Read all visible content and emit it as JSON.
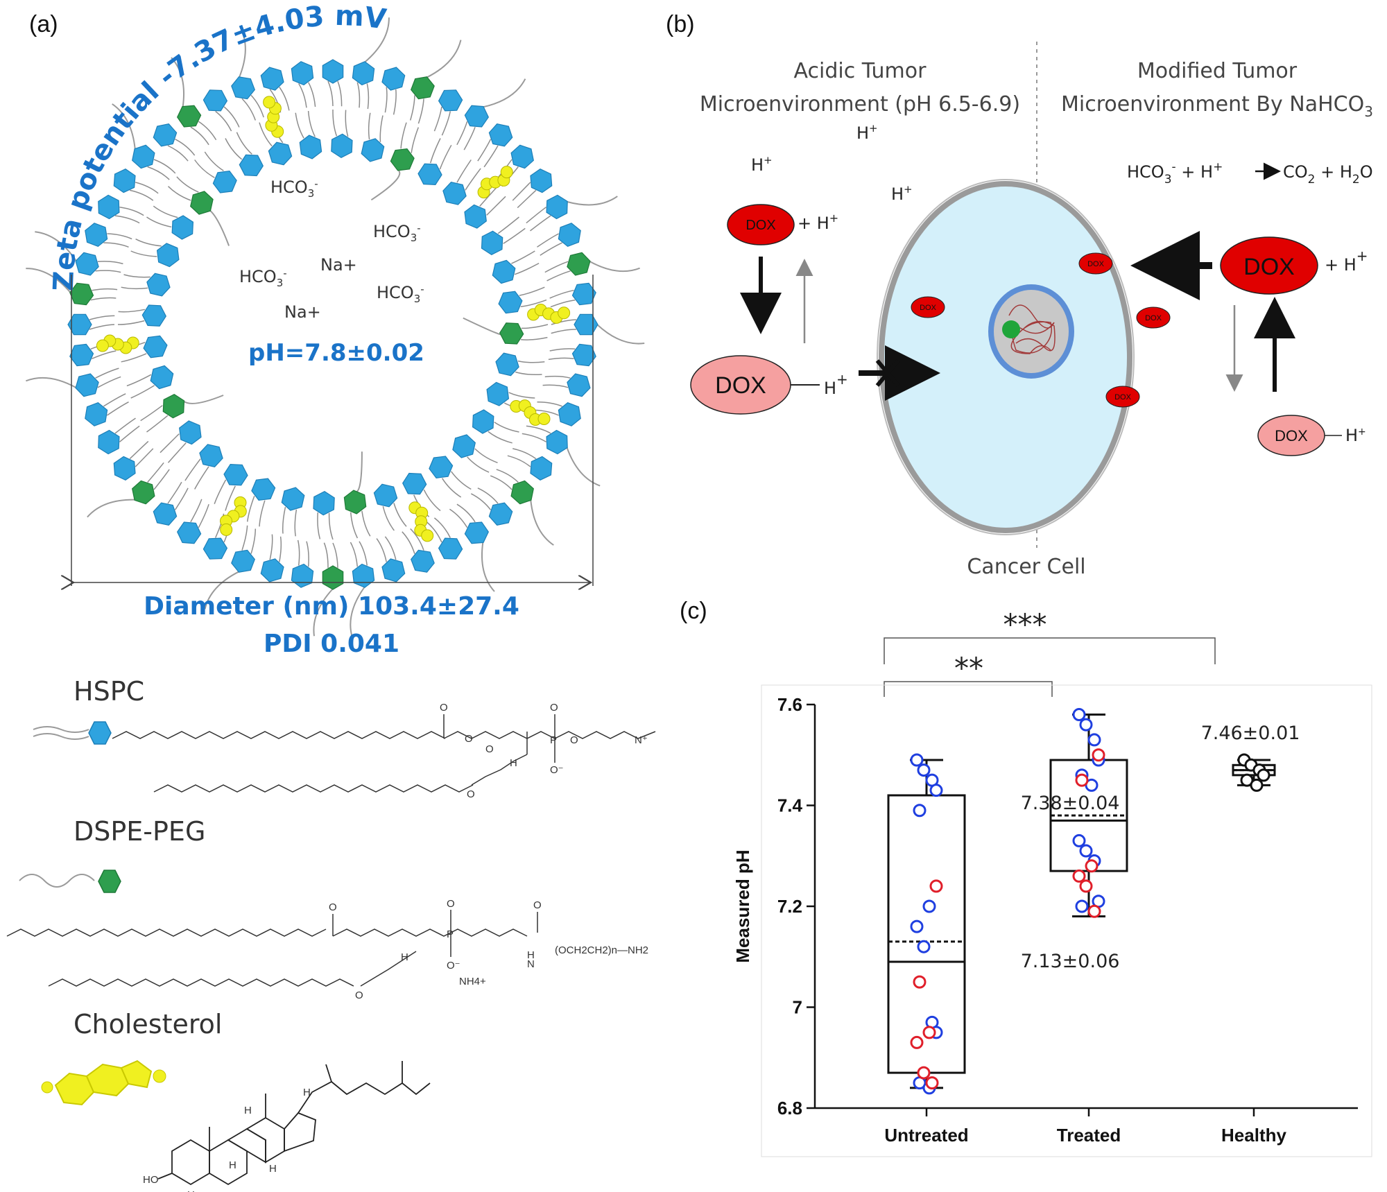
{
  "panel_a": {
    "label": "(a)",
    "zeta": "Zeta potential -7.37±4.03 mV",
    "ph": "pH=7.8±0.02",
    "ions": [
      "HCO3-",
      "HCO3-",
      "HCO3-",
      "HCO3-",
      "Na+",
      "Na+"
    ],
    "diameter": "Diameter (nm) 103.4±27.4",
    "pdi": "PDI 0.041",
    "colors": {
      "hspc": "#2fa3df",
      "dspe_peg": "#2e9e4e",
      "cholesterol": "#f0f020",
      "text": "#1a73c8"
    },
    "molecules": [
      {
        "name": "HSPC"
      },
      {
        "name": "DSPE-PEG",
        "chem_tail": "(OCH2CH2)n—NH2",
        "counterion": "NH4+"
      },
      {
        "name": "Cholesterol",
        "chem_label": "HO"
      }
    ]
  },
  "panel_b": {
    "label": "(b)",
    "left_header_1": "Acidic Tumor",
    "left_header_2": "Microenvironment (pH 6.5-6.9)",
    "right_header_1": "Modified Tumor",
    "right_header_2": "Microenvironment By NaHCO3",
    "reaction": "HCO3- + H+ → CO2 + H2O",
    "h_plus": "H+",
    "dox": "DOX",
    "dox_plus_h": "+ H+",
    "dox_h": "— H+",
    "cell_label": "Cancer Cell",
    "colors": {
      "dox_neutral": "#e00000",
      "dox_protonated": "#f5a0a0",
      "cytoplasm": "#d4f0fa",
      "nucleus_membrane": "#5d8fd6"
    }
  },
  "panel_c": {
    "label": "(c)",
    "sig_1": "***",
    "sig_2": "**",
    "annotations": {
      "untreated": "7.13±0.06",
      "treated": "7.38±0.04",
      "healthy": "7.46±0.01"
    },
    "chart_data": {
      "type": "box",
      "ylabel": "Measured pH",
      "ylim": [
        6.8,
        7.6
      ],
      "yticks": [
        "6.8",
        "7",
        "7.2",
        "7.4",
        "7.6"
      ],
      "categories": [
        "Untreated",
        "Treated",
        "Healthy"
      ],
      "boxes": [
        {
          "name": "Untreated",
          "min": 6.84,
          "q1": 6.87,
          "median": 7.09,
          "mean": 7.13,
          "q3": 7.42,
          "max": 7.49
        },
        {
          "name": "Treated",
          "min": 7.18,
          "q1": 7.27,
          "median": 7.37,
          "mean": 7.38,
          "q3": 7.49,
          "max": 7.58
        },
        {
          "name": "Healthy",
          "min": 7.44,
          "q1": 7.46,
          "median": 7.47,
          "mean": 7.47,
          "q3": 7.48,
          "max": 7.49
        }
      ],
      "points": [
        {
          "group": "Untreated",
          "values_blue": [
            7.49,
            7.47,
            7.45,
            7.43,
            7.39,
            7.2,
            7.16,
            7.12,
            6.97,
            6.95,
            6.85,
            6.84
          ],
          "values_red": [
            7.24,
            7.05,
            6.95,
            6.93,
            6.87,
            6.85
          ]
        },
        {
          "group": "Treated",
          "values_blue": [
            7.58,
            7.56,
            7.53,
            7.49,
            7.46,
            7.44,
            7.33,
            7.31,
            7.29,
            7.21,
            7.2
          ],
          "values_red": [
            7.5,
            7.45,
            7.28,
            7.26,
            7.24,
            7.19
          ]
        },
        {
          "group": "Healthy",
          "values_black": [
            7.49,
            7.48,
            7.47,
            7.46,
            7.45,
            7.44
          ]
        }
      ],
      "colors": {
        "blue": "#1f3fe0",
        "red": "#e01f2a",
        "black": "#111111"
      }
    }
  }
}
